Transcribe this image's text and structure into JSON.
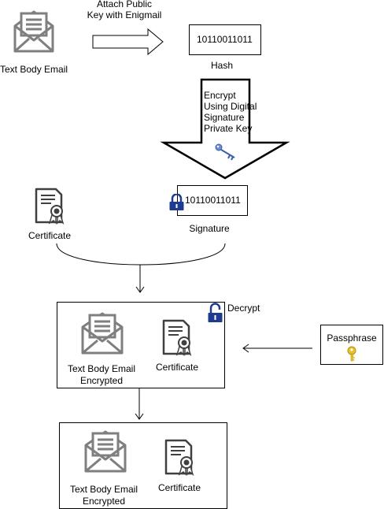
{
  "top": {
    "email_label": "Text Body Email",
    "attach_label_line1": "Attach Public",
    "attach_label_line2": "Key with Enigmail",
    "hash_value": "10110011011",
    "hash_label": "Hash"
  },
  "encrypt": {
    "line1": "Encrypt",
    "line2": "Using Digital",
    "line3": "Signature",
    "line4": "Private Key",
    "icon": "key-icon"
  },
  "middle": {
    "certificate_label": "Certificate",
    "signature_value": "10110011011",
    "signature_label": "Signature",
    "lock_icon": "lock-closed-icon"
  },
  "decrypt_box": {
    "decrypt_label": "Decrypt",
    "email_label_line1": "Text Body Email",
    "email_label_line2": "Encrypted",
    "plus": "+",
    "certificate_label": "Certificate",
    "lock_icon": "lock-open-icon"
  },
  "passphrase": {
    "label": "Passphrase",
    "icon": "key-icon"
  },
  "bottom_box": {
    "email_label_line1": "Text Body Email",
    "email_label_line2": "Encrypted",
    "plus": "+",
    "certificate_label": "Certificate"
  },
  "colors": {
    "icon_gray": "#7f7f7f",
    "lock_blue": "#1f3b8f",
    "key_gold": "#e6c22c",
    "key_blue": "#6f8fc9"
  }
}
